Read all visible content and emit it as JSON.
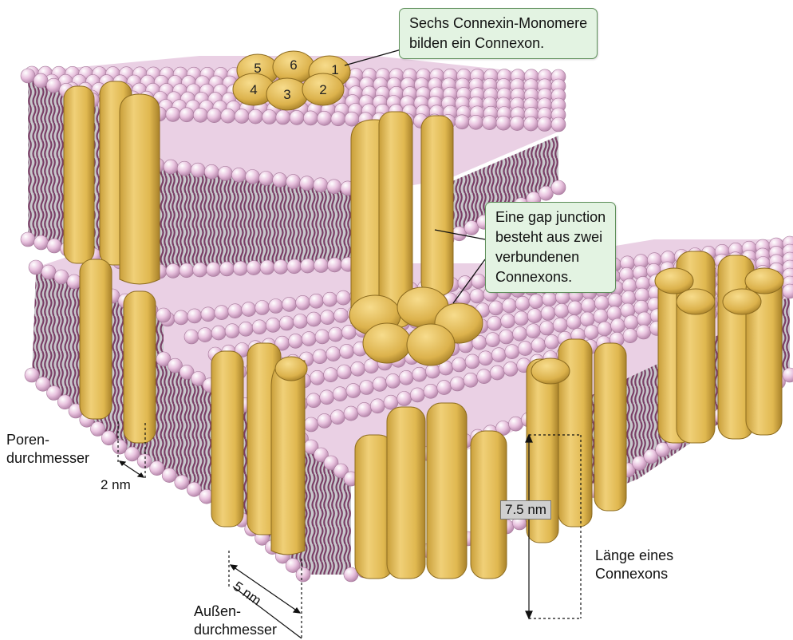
{
  "callouts": {
    "monomers": [
      "Sechs Connexin-Monomere",
      "bilden ein Connexon."
    ],
    "gap_junction": [
      "Eine gap junction",
      "besteht aus zwei",
      "verbundenen",
      "Connexons."
    ]
  },
  "monomer_numbers": [
    "1",
    "2",
    "3",
    "4",
    "5",
    "6"
  ],
  "labels": {
    "pore_diameter": [
      "Poren-",
      "durchmesser"
    ],
    "outer_diameter": [
      "Außen-",
      "durchmesser"
    ],
    "connexon_length": [
      "Länge eines",
      "Connexons"
    ]
  },
  "dimensions": {
    "pore": "2 nm",
    "outer": "5 nm",
    "length": "7.5 nm"
  },
  "colors": {
    "lipid_head": "#e7bedc",
    "lipid_tail": "#7a3e66",
    "protein": "#e2bd57",
    "protein_dark": "#b58d2c",
    "callout_bg": "#e3f3e2",
    "callout_border": "#5e8f5a"
  }
}
